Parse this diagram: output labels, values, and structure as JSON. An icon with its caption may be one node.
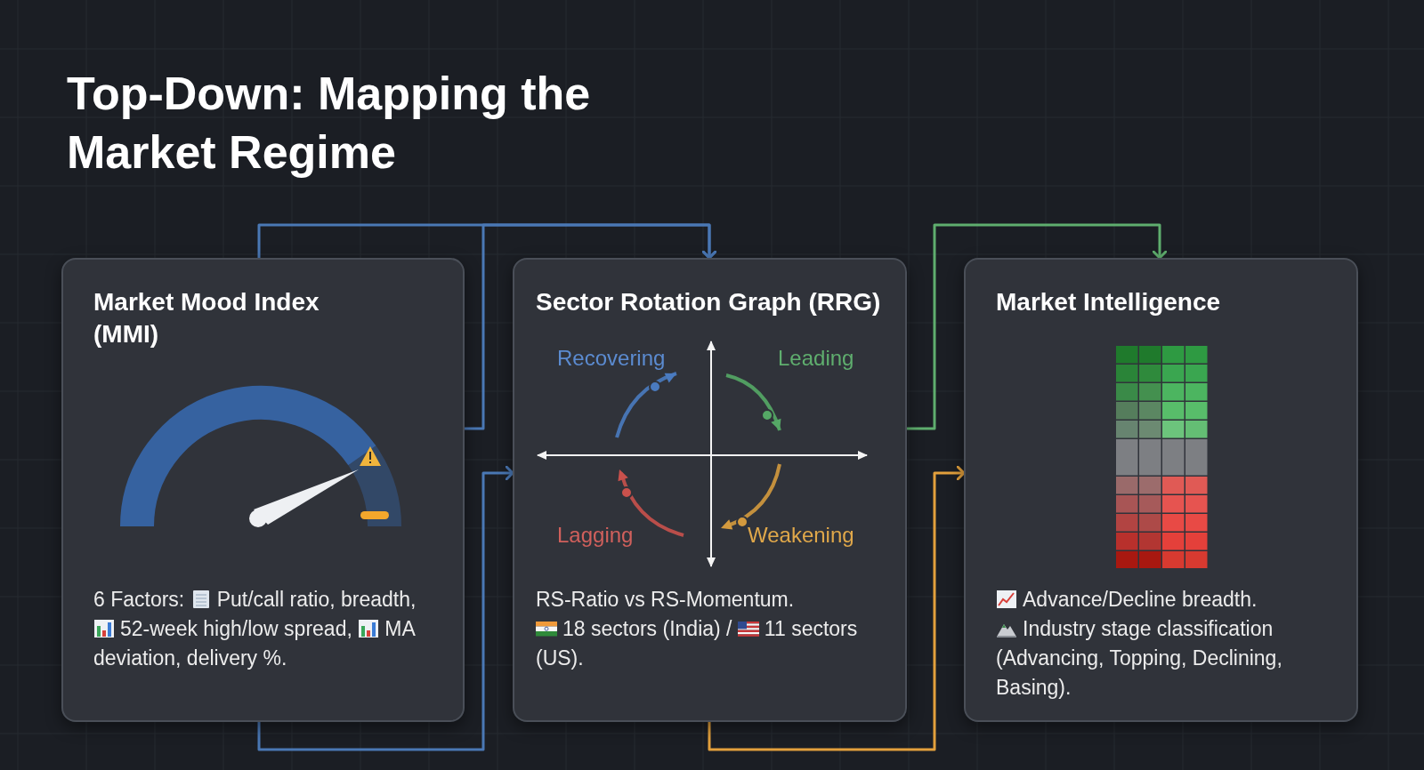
{
  "diagram": {
    "title": "Top-Down: Mapping the Market Regime",
    "nodes": [
      {
        "text": [
          "Market Mood Index (MMI)",
          "6 Factors:",
          "Put/call ratio, breadth,",
          "52-week high/low spread,",
          "MA deviation, delivery %."
        ]
      },
      {
        "text": [
          "Sector Rotation Graph (RRG)",
          "RS-Ratio vs RS-Momentum.",
          "18 sectors (India) /",
          "11 sectors (US)."
        ]
      },
      {
        "text": [
          "Market Intelligence",
          "Advance/Decline breadth.",
          "Industry stage classification (Advancing, Topping, Declining, Basing)."
        ]
      }
    ],
    "edges": [
      {
        "from": 0,
        "to": 1,
        "arrow": "to"
      },
      {
        "from": 0,
        "to": 1,
        "arrow": "to"
      },
      {
        "from": 0,
        "to": 1,
        "arrow": "to"
      },
      {
        "from": 1,
        "to": 2,
        "arrow": "to",
        "color": "#5fae6e"
      },
      {
        "from": 1,
        "to": 2,
        "arrow": "to",
        "color": "#e3a03c"
      }
    ],
    "labels": [
      "Recovering",
      "Leading",
      "Lagging",
      "Weakening"
    ]
  }
}
